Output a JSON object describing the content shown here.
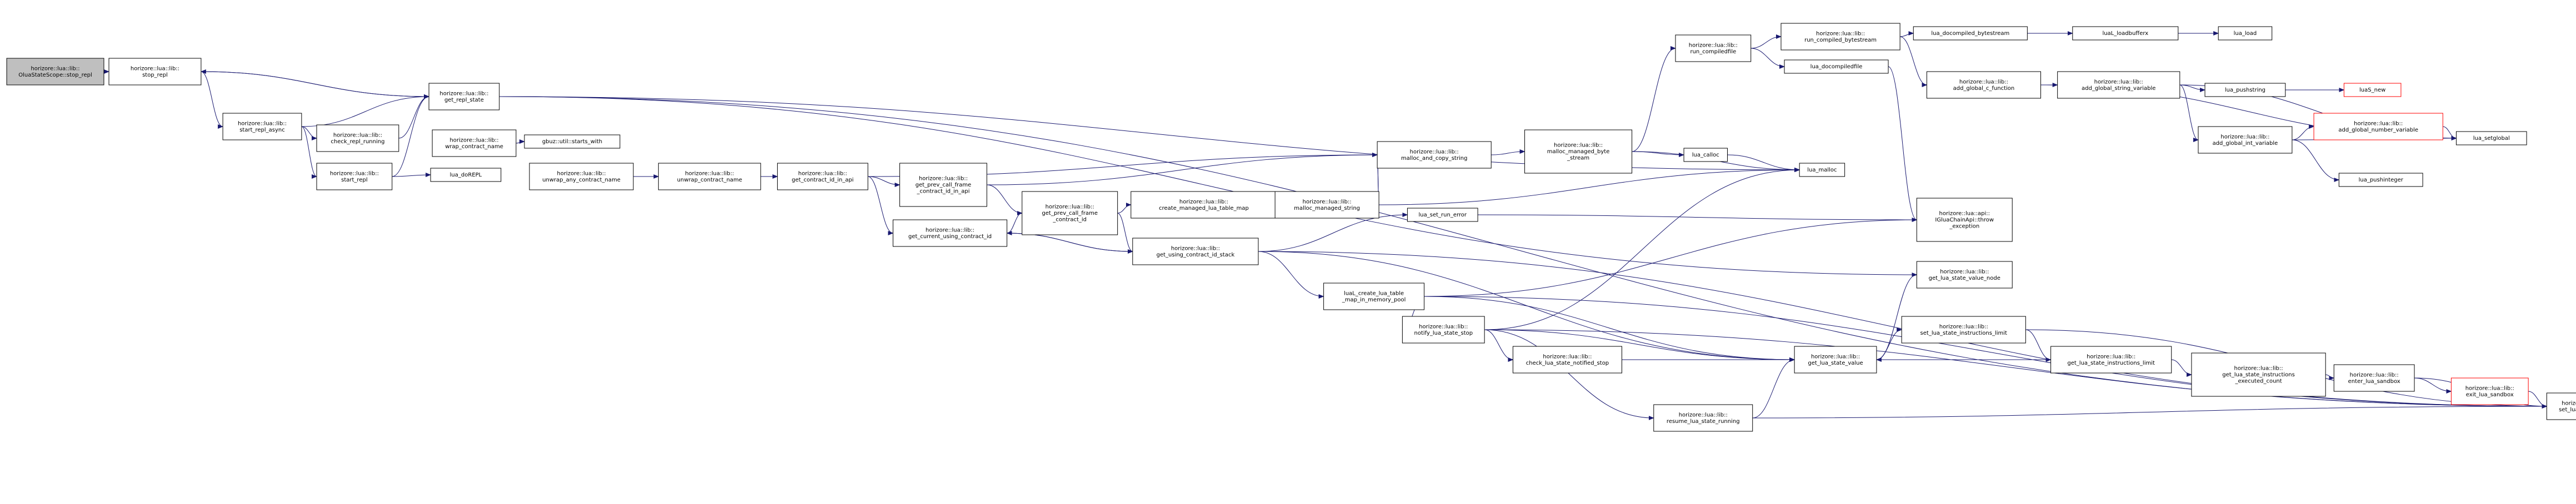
{
  "graph": {
    "nodes": [
      {
        "id": "n0",
        "lines": [
          "horizore::lua::lib::",
          "OluaStateScope::stop_repl"
        ],
        "style": "root"
      },
      {
        "id": "n1",
        "lines": [
          "horizore::lua::lib::",
          "stop_repl"
        ]
      },
      {
        "id": "n2",
        "lines": [
          "horizore::lua::lib::",
          "start_repl_async"
        ]
      },
      {
        "id": "n3",
        "lines": [
          "horizore::lua::lib::",
          "get_repl_state"
        ]
      },
      {
        "id": "n4",
        "lines": [
          "horizore::lua::lib::",
          "check_repl_running"
        ]
      },
      {
        "id": "n5",
        "lines": [
          "horizore::lua::lib::",
          "start_repl"
        ]
      },
      {
        "id": "n6",
        "lines": [
          "lua_doREPL"
        ]
      },
      {
        "id": "n7",
        "lines": [
          "horizore::lua::lib::",
          "wrap_contract_name"
        ]
      },
      {
        "id": "n8",
        "lines": [
          "gbuz::util::starts_with"
        ]
      },
      {
        "id": "n9",
        "lines": [
          "horizore::lua::lib::",
          "unwrap_any_contract_name"
        ]
      },
      {
        "id": "n10",
        "lines": [
          "horizore::lua::lib::",
          "unwrap_contract_name"
        ]
      },
      {
        "id": "n11",
        "lines": [
          "horizore::lua::lib::",
          "get_contract_id_in_api"
        ]
      },
      {
        "id": "n12",
        "lines": [
          "horizore::lua::lib::",
          "get_prev_call_frame",
          "_contract_id_in_api"
        ]
      },
      {
        "id": "n13",
        "lines": [
          "horizore::lua::lib::",
          "get_current_using_contract_id"
        ]
      },
      {
        "id": "n14",
        "lines": [
          "horizore::lua::lib::",
          "get_prev_call_frame",
          "_contract_id"
        ]
      },
      {
        "id": "n15",
        "lines": [
          "horizore::lua::lib::",
          "get_using_contract_id_stack"
        ]
      },
      {
        "id": "n16",
        "lines": [
          "horizore::lua::lib::",
          "create_managed_lua_table_map"
        ]
      },
      {
        "id": "n17",
        "lines": [
          "horizore::lua::lib::",
          "malloc_managed_string"
        ]
      },
      {
        "id": "n18",
        "lines": [
          "horizore::lua::lib::",
          "malloc_and_copy_string"
        ]
      },
      {
        "id": "n19",
        "lines": [
          "horizore::lua::lib::",
          "malloc_managed_byte",
          "_stream"
        ]
      },
      {
        "id": "n20",
        "lines": [
          "horizore::lua::lib::",
          "run_compiledfile"
        ]
      },
      {
        "id": "n21",
        "lines": [
          "lua_docompiledfile"
        ]
      },
      {
        "id": "n22",
        "lines": [
          "horizore::lua::lib::",
          "run_compiled_bytestream"
        ]
      },
      {
        "id": "n23",
        "lines": [
          "lua_docompiled_bytestream"
        ]
      },
      {
        "id": "n24",
        "lines": [
          "luaL_loadbufferx"
        ]
      },
      {
        "id": "n25",
        "lines": [
          "lua_load"
        ]
      },
      {
        "id": "n26",
        "lines": [
          "horizore::lua::lib::",
          "add_global_c_function"
        ]
      },
      {
        "id": "n27",
        "lines": [
          "horizore::lua::lib::",
          "add_global_string_variable"
        ]
      },
      {
        "id": "n28",
        "lines": [
          "lua_pushstring"
        ]
      },
      {
        "id": "n29",
        "lines": [
          "luaS_new"
        ],
        "style": "red"
      },
      {
        "id": "n30",
        "lines": [
          "horizore::lua::lib::",
          "add_global_int_variable"
        ]
      },
      {
        "id": "n31",
        "lines": [
          "horizore::lua::lib::",
          "add_global_number_variable"
        ],
        "style": "red"
      },
      {
        "id": "n32",
        "lines": [
          "lua_setglobal"
        ]
      },
      {
        "id": "n33",
        "lines": [
          "lua_pushinteger"
        ]
      },
      {
        "id": "n34",
        "lines": [
          "lua_calloc"
        ]
      },
      {
        "id": "n35",
        "lines": [
          "lua_malloc"
        ]
      },
      {
        "id": "n36",
        "lines": [
          "horizore::lua::api::",
          "IGluaChainApi::throw",
          "_exception"
        ]
      },
      {
        "id": "n37",
        "lines": [
          "lua_set_run_error"
        ]
      },
      {
        "id": "n38",
        "lines": [
          "luaL_create_lua_table",
          "_map_in_memory_pool"
        ]
      },
      {
        "id": "n39",
        "lines": [
          "horizore::lua::lib::",
          "notify_lua_state_stop"
        ]
      },
      {
        "id": "n40",
        "lines": [
          "horizore::lua::lib::",
          "check_lua_state_notified_stop"
        ]
      },
      {
        "id": "n41",
        "lines": [
          "horizore::lua::lib::",
          "resume_lua_state_running"
        ]
      },
      {
        "id": "n42",
        "lines": [
          "horizore::lua::lib::",
          "get_lua_state_value"
        ]
      },
      {
        "id": "n43",
        "lines": [
          "horizore::lua::lib::",
          "get_lua_state_value_node"
        ]
      },
      {
        "id": "n44",
        "lines": [
          "horizore::lua::lib::",
          "set_lua_state_instructions_limit"
        ]
      },
      {
        "id": "n45",
        "lines": [
          "horizore::lua::lib::",
          "get_lua_state_instructions_limit"
        ]
      },
      {
        "id": "n46",
        "lines": [
          "horizore::lua::lib::",
          "get_lua_state_instructions",
          "_executed_count"
        ]
      },
      {
        "id": "n47",
        "lines": [
          "horizore::lua::lib::",
          "enter_lua_sandbox"
        ]
      },
      {
        "id": "n48",
        "lines": [
          "horizore::lua::lib::",
          "exit_lua_sandbox"
        ],
        "style": "red"
      },
      {
        "id": "n49",
        "lines": [
          "horizore::lua::lib::",
          "set_lua_state_value"
        ]
      }
    ],
    "edges": [
      [
        "n0",
        "n1"
      ],
      [
        "n1",
        "n3"
      ],
      [
        "n3",
        "n1"
      ],
      [
        "n1",
        "n2"
      ],
      [
        "n2",
        "n3"
      ],
      [
        "n2",
        "n4"
      ],
      [
        "n2",
        "n5"
      ],
      [
        "n4",
        "n3"
      ],
      [
        "n5",
        "n3"
      ],
      [
        "n5",
        "n6"
      ],
      [
        "n3",
        "n35"
      ],
      [
        "n3",
        "n49"
      ],
      [
        "n3",
        "n43"
      ],
      [
        "n7",
        "n8"
      ],
      [
        "n9",
        "n10"
      ],
      [
        "n10",
        "n11"
      ],
      [
        "n11",
        "n12"
      ],
      [
        "n11",
        "n13"
      ],
      [
        "n11",
        "n18"
      ],
      [
        "n12",
        "n14"
      ],
      [
        "n12",
        "n18"
      ],
      [
        "n13",
        "n14"
      ],
      [
        "n13",
        "n15"
      ],
      [
        "n15",
        "n13"
      ],
      [
        "n14",
        "n15"
      ],
      [
        "n14",
        "n16"
      ],
      [
        "n16",
        "n17"
      ],
      [
        "n17",
        "n18"
      ],
      [
        "n18",
        "n17"
      ],
      [
        "n18",
        "n19"
      ],
      [
        "n17",
        "n35"
      ],
      [
        "n19",
        "n20"
      ],
      [
        "n19",
        "n34"
      ],
      [
        "n19",
        "n35"
      ],
      [
        "n34",
        "n35"
      ],
      [
        "n20",
        "n22"
      ],
      [
        "n20",
        "n21"
      ],
      [
        "n22",
        "n23"
      ],
      [
        "n22",
        "n26"
      ],
      [
        "n23",
        "n24"
      ],
      [
        "n24",
        "n25"
      ],
      [
        "n26",
        "n27"
      ],
      [
        "n26",
        "n32"
      ],
      [
        "n27",
        "n28"
      ],
      [
        "n27",
        "n30"
      ],
      [
        "n27",
        "n32"
      ],
      [
        "n28",
        "n29"
      ],
      [
        "n30",
        "n31"
      ],
      [
        "n30",
        "n32"
      ],
      [
        "n30",
        "n33"
      ],
      [
        "n31",
        "n32"
      ],
      [
        "n21",
        "n36"
      ],
      [
        "n37",
        "n36"
      ],
      [
        "n15",
        "n37"
      ],
      [
        "n15",
        "n38"
      ],
      [
        "n15",
        "n42"
      ],
      [
        "n15",
        "n49"
      ],
      [
        "n38",
        "n39"
      ],
      [
        "n38",
        "n42"
      ],
      [
        "n38",
        "n36"
      ],
      [
        "n38",
        "n49"
      ],
      [
        "n39",
        "n40"
      ],
      [
        "n39",
        "n42"
      ],
      [
        "n39",
        "n41"
      ],
      [
        "n39",
        "n35"
      ],
      [
        "n39",
        "n49"
      ],
      [
        "n40",
        "n42"
      ],
      [
        "n41",
        "n42"
      ],
      [
        "n41",
        "n49"
      ],
      [
        "n42",
        "n43"
      ],
      [
        "n42",
        "n44"
      ],
      [
        "n44",
        "n45"
      ],
      [
        "n44",
        "n49"
      ],
      [
        "n45",
        "n42"
      ],
      [
        "n45",
        "n46"
      ],
      [
        "n46",
        "n47"
      ],
      [
        "n47",
        "n48"
      ],
      [
        "n47",
        "n49"
      ],
      [
        "n48",
        "n49"
      ]
    ]
  }
}
